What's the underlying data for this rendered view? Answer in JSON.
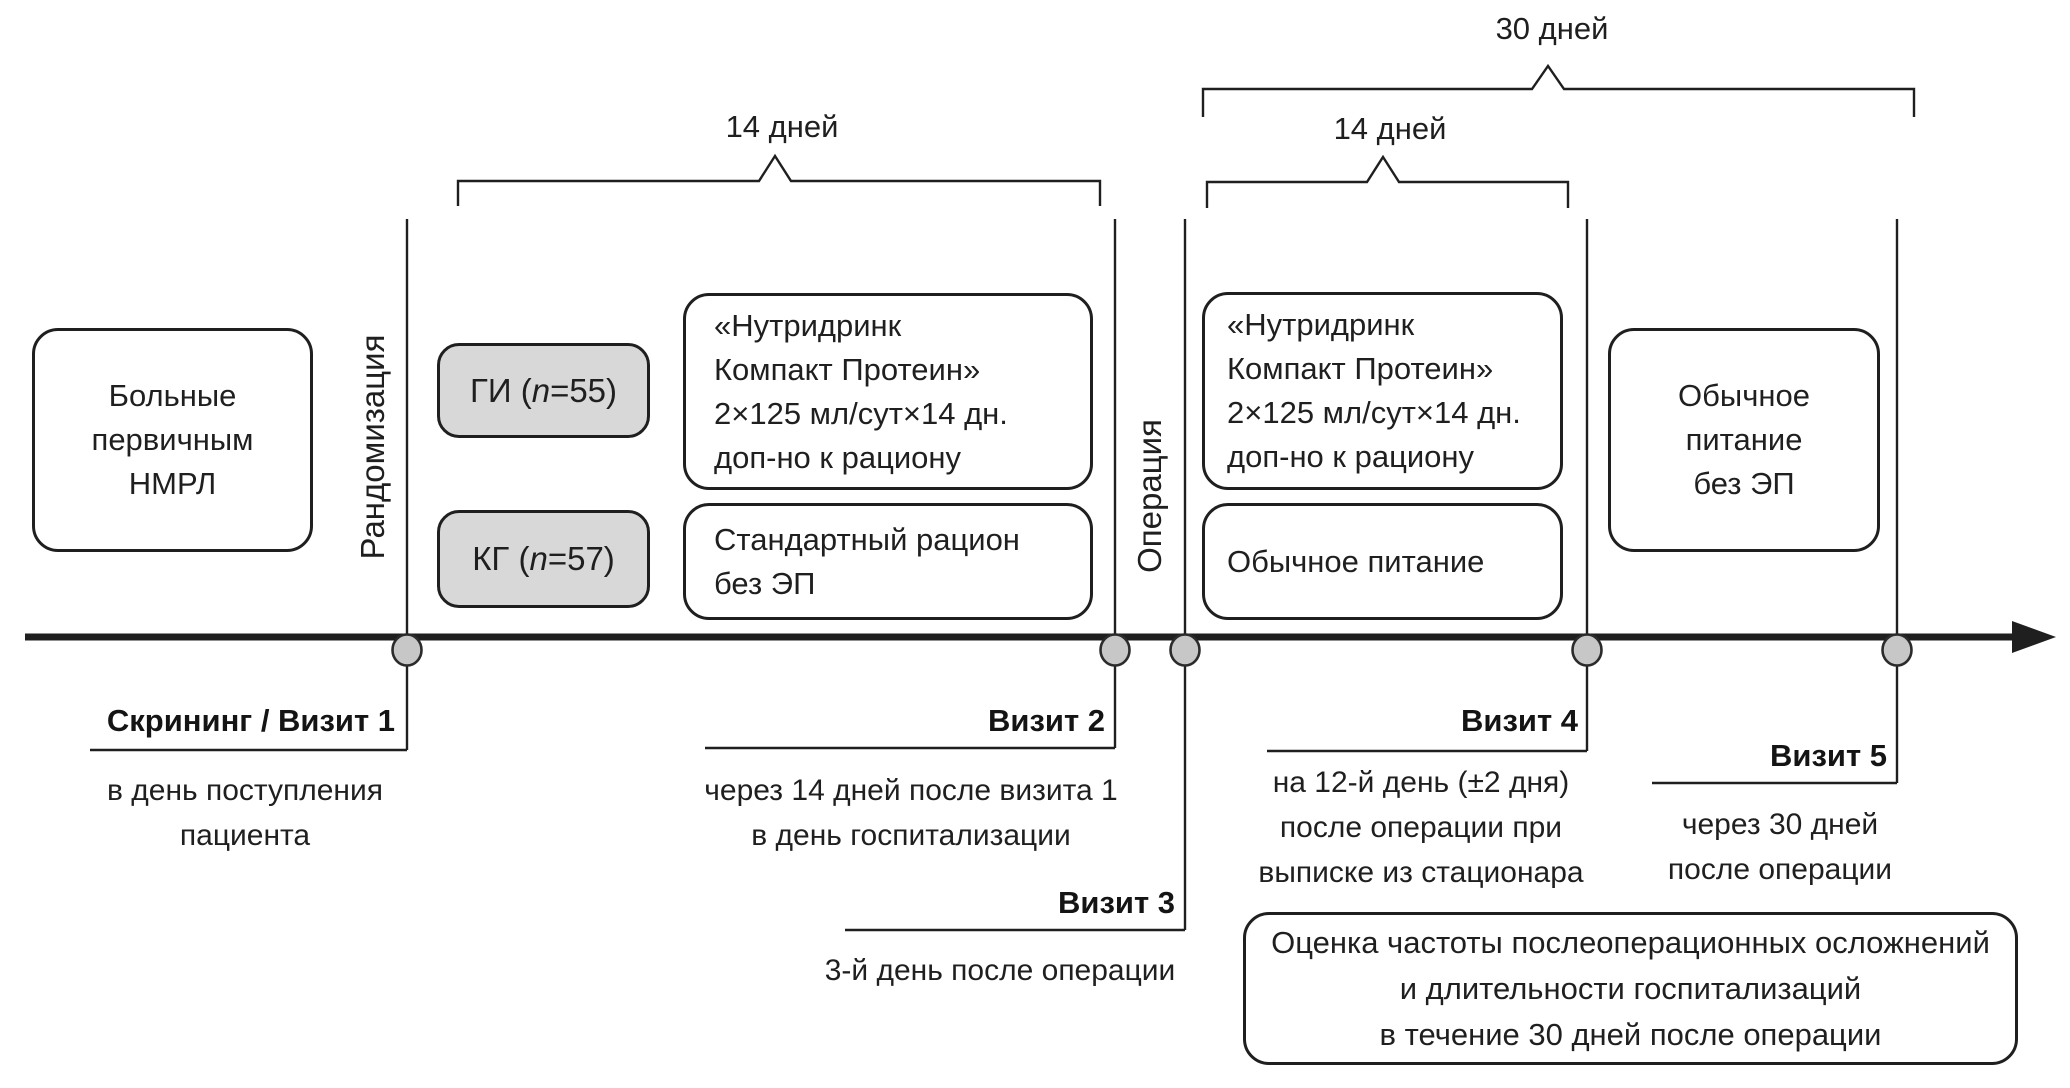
{
  "colors": {
    "line": "#1f1f1f",
    "box_border": "#1f1f1f",
    "gray_fill": "#d8d8d8",
    "dot_fill": "#c7c7c7",
    "background": "#ffffff"
  },
  "braces": {
    "days14_left": "14 дней",
    "days14_right": "14 дней",
    "days30": "30 дней"
  },
  "milestones": {
    "randomization": "Рандомизация",
    "surgery": "Операция"
  },
  "boxes": {
    "patients": {
      "lines": [
        "Больные",
        "первичным",
        "НМРЛ"
      ]
    },
    "group_gi": {
      "pre": "ГИ (",
      "n": "n",
      "post": "=55)"
    },
    "group_kg": {
      "pre": "КГ (",
      "n": "n",
      "post": "=57)"
    },
    "nutri1": {
      "lines": [
        "«Нутридринк",
        "Компакт Протеин»",
        "2×125 мл/сут×14 дн.",
        "доп-но к рациону"
      ]
    },
    "standard": {
      "lines": [
        "Стандартный рацион",
        "без ЭП"
      ]
    },
    "nutri2": {
      "lines": [
        "«Нутридринк",
        "Компакт Протеин»",
        "2×125 мл/сут×14 дн.",
        "доп-но к рациону"
      ]
    },
    "usual": {
      "lines": [
        "Обычное питание"
      ]
    },
    "usual_no_ep": {
      "lines": [
        "Обычное",
        "питание",
        "без ЭП"
      ]
    },
    "outcome": {
      "lines": [
        "Оценка частоты послеоперационных осложнений",
        "и длительности госпитализаций",
        "в течение 30 дней после операции"
      ]
    }
  },
  "visits": {
    "v1": {
      "name": "Скрининг / Визит 1",
      "desc": [
        "в день поступления",
        "пациента"
      ]
    },
    "v2": {
      "name": "Визит 2",
      "desc": [
        "через 14 дней после визита 1",
        "в день госпитализации"
      ]
    },
    "v3": {
      "name": "Визит 3",
      "desc": [
        "3-й день после операции"
      ]
    },
    "v4": {
      "name": "Визит 4",
      "desc": [
        "на 12-й день (±2 дня)",
        "после операции при",
        "выписке из стационара"
      ]
    },
    "v5": {
      "name": "Визит 5",
      "desc": [
        "через 30 дней",
        "после операции"
      ]
    }
  }
}
